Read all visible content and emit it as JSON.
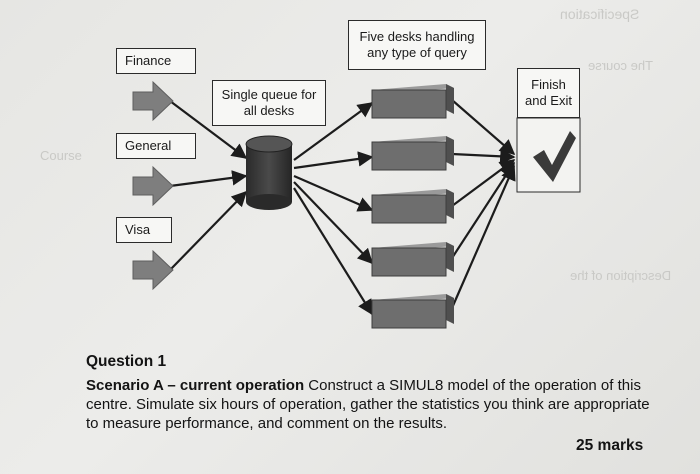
{
  "diagram": {
    "sources": [
      {
        "label": "Finance"
      },
      {
        "label": "General"
      },
      {
        "label": "Visa"
      }
    ],
    "queue_label": "Single queue for all desks",
    "desks_label": "Five desks handling any type of query",
    "exit_label": "Finish and Exit",
    "icons": {
      "arrows": "right-arrow-icon",
      "queue": "cylinder-icon",
      "desk": "box-icon",
      "exit": "checkmark-icon"
    },
    "colors": {
      "arrow": "#7a7a7a",
      "queue": "#3a3a3a",
      "desk": "#6b6b6b",
      "line": "#1c1c1c"
    }
  },
  "question": {
    "title": "Question 1",
    "scenario": "Scenario A – current operation",
    "body": " Construct a SIMUL8 model of the operation of this centre.  Simulate six hours of operation, gather the statistics you think are appropriate to measure performance, and comment on the results.",
    "marks": "25 marks"
  }
}
